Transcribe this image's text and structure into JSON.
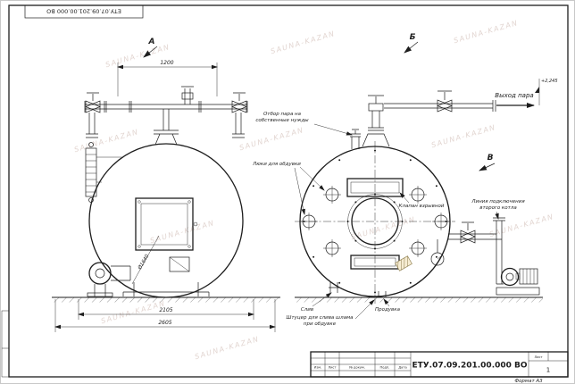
{
  "doc": {
    "number": "ЕТУ.07.09.201.00.000  ВО",
    "format_note": "Формат А3",
    "stamp": {
      "col_izm": "Изм.",
      "col_list": "Лист",
      "col_doc": "№ докум.",
      "col_sign": "Подп.",
      "col_date": "Дата",
      "sheet_label": "Лист",
      "sheet_value": "1"
    }
  },
  "views": {
    "a": "А",
    "b": "Б",
    "v": "В"
  },
  "dims": {
    "top_span": "1200",
    "shell_dia": "Ø1640",
    "base_len": "2105",
    "overall_len": "2605",
    "level_mark": "+2,245"
  },
  "labels": {
    "steam_out": "Выход пара",
    "steam_own_1": "Отбор пара на",
    "steam_own_2": "собственные нужды",
    "hatches": "Люки для обдувки",
    "explosion_valve": "Клапан взрывной",
    "second_line_1": "Линия подключения",
    "second_line_2": "второго котла",
    "drain": "Слив",
    "blowdown": "Продувка",
    "sludge_1": "Штуцер для слива шлама",
    "sludge_2": "при обдувке"
  },
  "watermark": {
    "text": "SAUNA-KAZAN"
  }
}
